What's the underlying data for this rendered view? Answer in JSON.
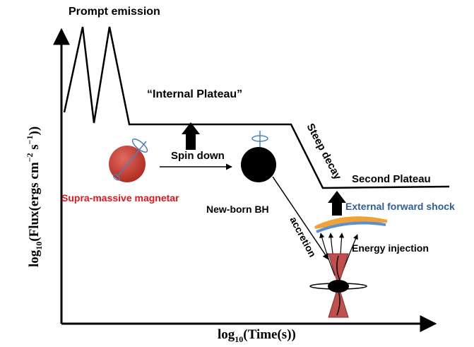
{
  "labels": {
    "prompt_emission": "Prompt  emission",
    "internal_plateau": "“Internal  Plateau”",
    "spin_down": "Spin down",
    "supra_massive_magnetar": "Supra-massive magnetar",
    "new_born_bh": "New-born BH",
    "steep_decay": "Steep decay",
    "second_plateau": "Second  Plateau",
    "external_forward_shock": "External forward shock",
    "accretion": "accretion",
    "energy_injection": "Energy injection"
  },
  "axes": {
    "x_label_prefix": "log",
    "x_label_sub": "10",
    "x_label_body": "(Time(s))",
    "y_label_prefix": "log",
    "y_label_sub": "10",
    "y_label_body_a": "(Flux(ergs cm",
    "y_label_sup_a": "−2",
    "y_label_body_b": " s",
    "y_label_sup_b": "−1",
    "y_label_body_c": "))"
  },
  "colors": {
    "magnetar_fill": "#c0392b",
    "magnetar_label": "#e8141b",
    "shock_label": "#2f5d9a",
    "shock_orange": "#f0a23a",
    "shock_blue": "#5b8fd0",
    "jet_cone": "#c0504d",
    "spin_axis": "#4a7fc1"
  }
}
